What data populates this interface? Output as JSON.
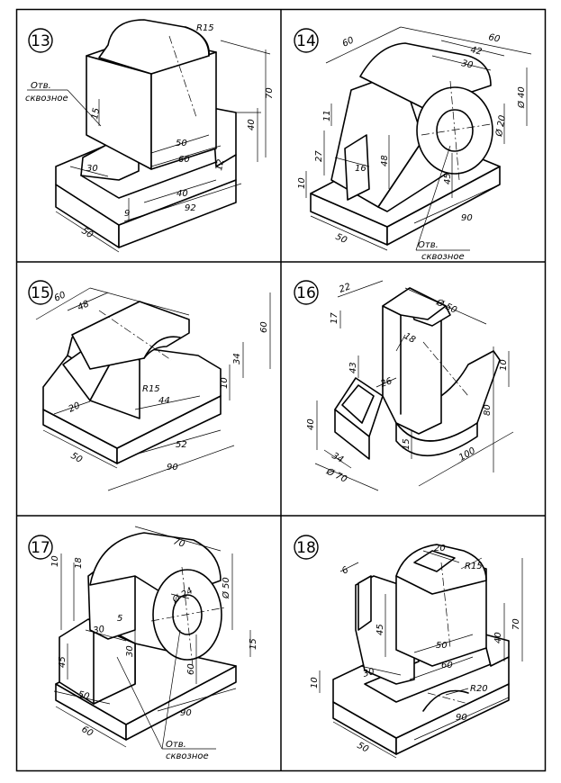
{
  "panels": [
    {
      "number": "13",
      "dims": [
        "R15",
        "70",
        "40",
        "50",
        "60",
        "12",
        "40",
        "92",
        "50",
        "30",
        "15",
        "9"
      ],
      "note": [
        "Отв.",
        "сквозное"
      ]
    },
    {
      "number": "14",
      "dims": [
        "60",
        "60",
        "42",
        "30",
        "Ø 20",
        "Ø 40",
        "11",
        "27",
        "16",
        "48",
        "45",
        "10",
        "50",
        "90"
      ],
      "note": [
        "Отв.",
        "сквозное"
      ]
    },
    {
      "number": "15",
      "dims": [
        "60",
        "48",
        "R15",
        "60",
        "34",
        "10",
        "20",
        "44",
        "52",
        "90",
        "50"
      ]
    },
    {
      "number": "16",
      "dims": [
        "22",
        "Ø 50",
        "17",
        "18",
        "43",
        "26",
        "10",
        "80",
        "40",
        "15",
        "100",
        "34",
        "Ø 70"
      ]
    },
    {
      "number": "17",
      "dims": [
        "10",
        "18",
        "70",
        "Ø 50",
        "Ø 24",
        "5",
        "30",
        "45",
        "30",
        "60",
        "15",
        "50",
        "60",
        "90"
      ],
      "note": [
        "Отв.",
        "сквозное"
      ]
    },
    {
      "number": "18",
      "dims": [
        "6",
        "20",
        "R15",
        "70",
        "45",
        "40",
        "50",
        "30",
        "60",
        "10",
        "R20",
        "50",
        "90"
      ]
    }
  ]
}
